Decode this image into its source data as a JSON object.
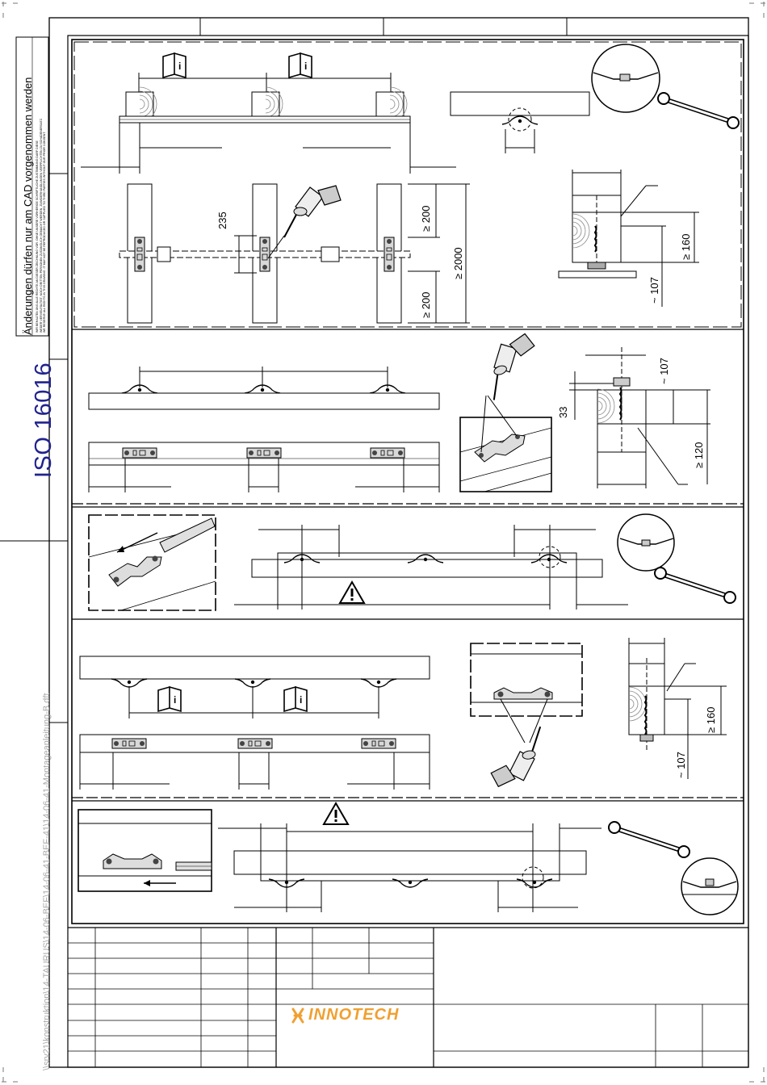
{
  "frame": {
    "side_note": "Änderungen dürfen nur am CAD vorgenommen werden",
    "side_legal": [
      "WIR BEHALTEN UNS ALLE RECHTE AN DIESER ZEICHNUNG VOR. OHNE UNSERE VORHERIGE SCHRIFTLICHE ZUSTIMMUNG DARF DIESE",
      "WEDER VERVIELFÄLTIGT, NOCH DRITTEN PERSONEN ZUGÄNGLICH GEMACHT WERDEN. ZUWIDERHANDLUNGEN VERPFLICHTEN ZU SCHADENERSATZ.",
      "WE RESERVE ALL RIGHTS IN THIS DRAWING. IT MAY NOT BE REPRODUCED OR SUPPLIED TO THIRD PARTIES WITHOUT OUR PRIOR CONSENT."
    ],
    "standard": "ISO 16016",
    "file_path": "\\\\srv21\\konstruktion\\14-TAURUS\\14-06-BEF\\14-06-41-BEF-41\\14-06-41-Montageanleitung-B.dft",
    "brand": "INNOTECH"
  },
  "dimensions": {
    "d235": "235",
    "d200_top": "≥ 200",
    "d200_bottom": "≥ 200",
    "d2000": "≥ 2000",
    "d160_a": "≥ 160",
    "d107_a": "~ 107",
    "d107_b": "~ 107",
    "d33": "33",
    "d120": "≥ 120",
    "d160_b": "≥ 160",
    "d107_c": "~ 107"
  },
  "colors": {
    "line": "#000000",
    "iso_blue": "#21238f",
    "brand_orange": "#f0a030",
    "path_grey": "#a8a8a8",
    "wood_grain": "#888888"
  },
  "icons": [
    "manual-icon",
    "warning-icon",
    "drill-icon",
    "wrench-icon",
    "clip-icon"
  ]
}
